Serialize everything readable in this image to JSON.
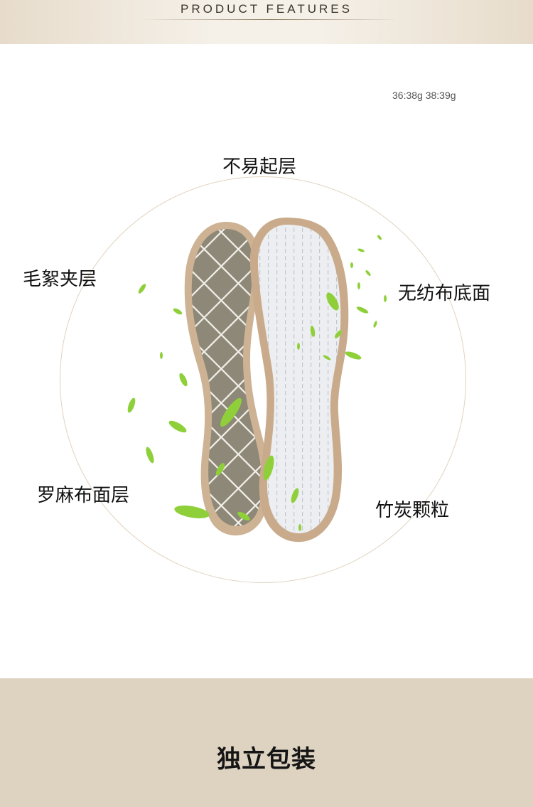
{
  "header": {
    "title": "PRODUCT FEATURES"
  },
  "weight_note": "36:38g 38:39g",
  "labels": {
    "top": "不易起层",
    "left_top": "毛絮夹层",
    "right_top": "无纺布底面",
    "left_bottom": "罗麻布面层",
    "right_bottom": "竹炭颗粒"
  },
  "footer": {
    "title": "独立包装"
  },
  "colors": {
    "band": "#ded3c1",
    "circle": "#e1d3c0",
    "insole_trim": "#c9ab8c",
    "insole_left_fill": "#8a8575",
    "insole_right_fill": "#e9ecef",
    "leaf": "#8fd03a"
  },
  "icons": [
    "insole-image",
    "leaf-icon"
  ]
}
